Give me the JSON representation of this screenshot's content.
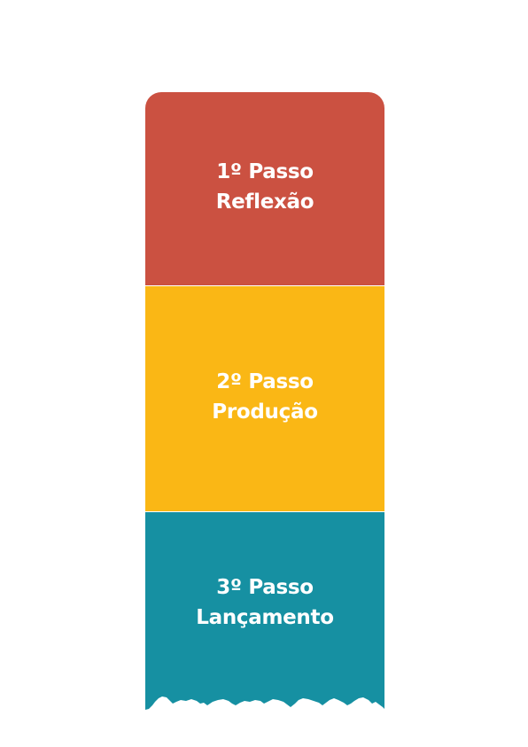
{
  "colors": {
    "background": "#ffffff",
    "step1": "#cb5141",
    "step2": "#fab715",
    "step3": "#1690a2",
    "text": "#ffffff"
  },
  "steps": [
    {
      "number": "1º Passo",
      "title": "Reflexão"
    },
    {
      "number": "2º Passo",
      "title": "Produção"
    },
    {
      "number": "3º Passo",
      "title": "Lançamento"
    }
  ]
}
